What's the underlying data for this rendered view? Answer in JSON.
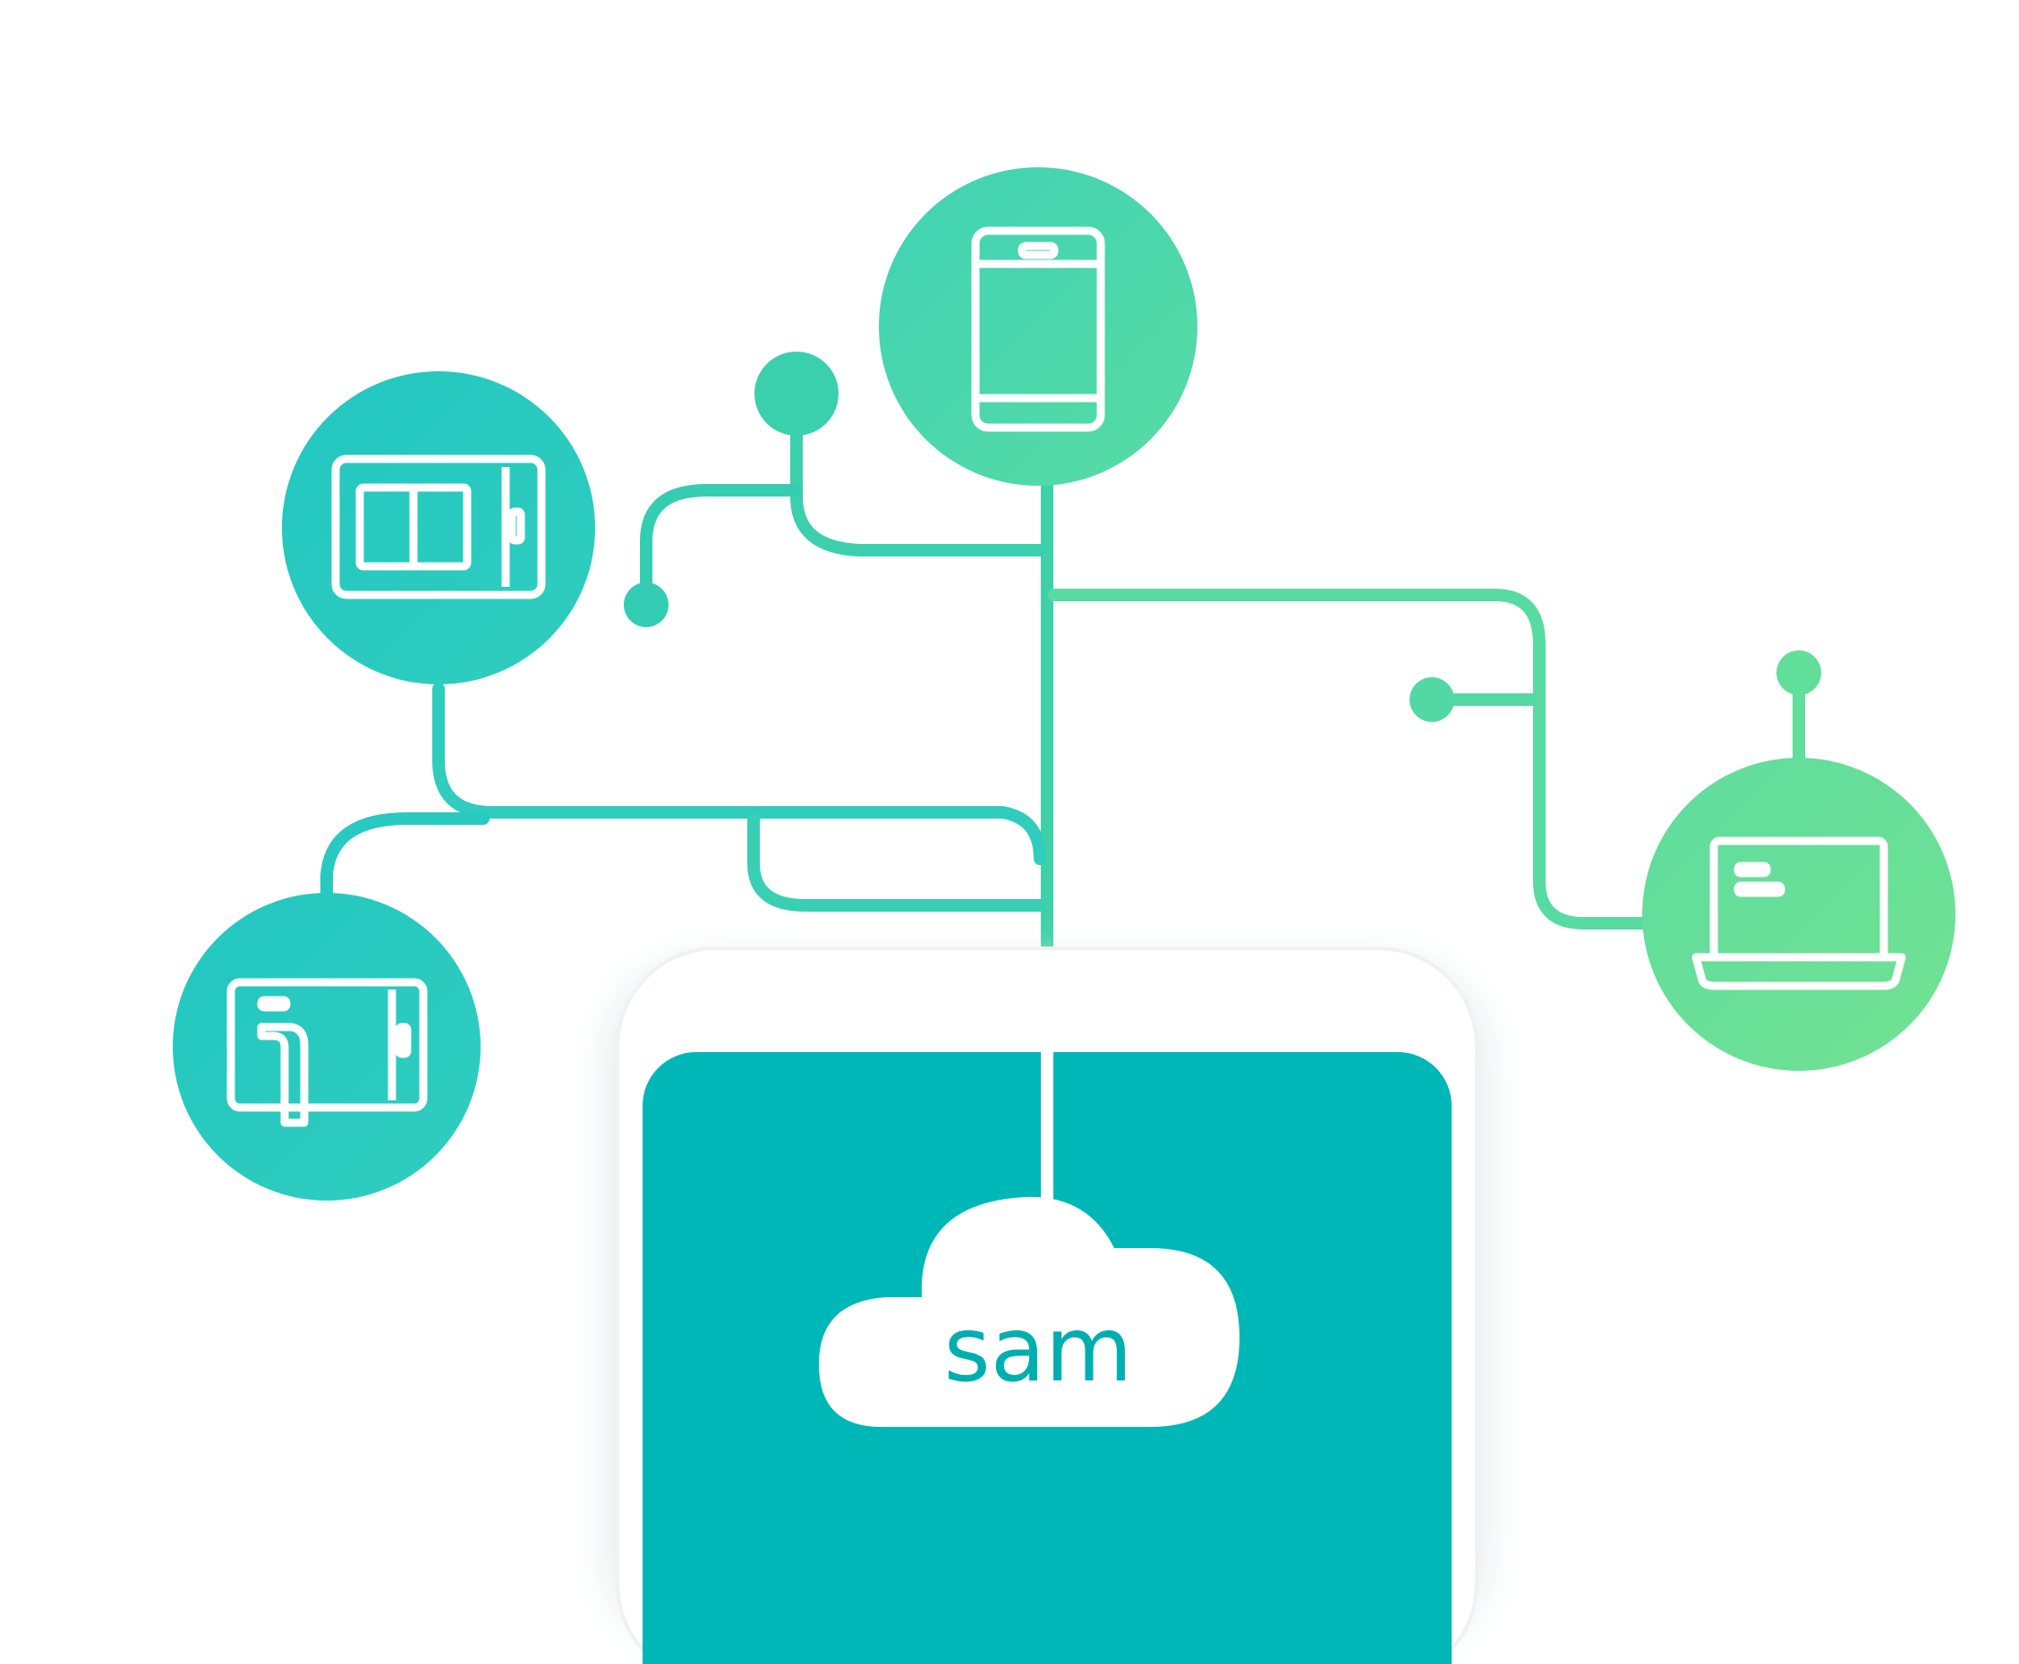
{
  "brand": {
    "name": "sam"
  },
  "colors": {
    "teal": "#00B7B8",
    "teal_light": "#25C8C0",
    "mint": "#4FD8A8",
    "green": "#6BE098",
    "line": "#3FD0A4",
    "white": "#FFFFFF"
  },
  "nodes": [
    {
      "id": "pos-terminal",
      "icon": "pos-terminal-icon",
      "color_key": "teal_light"
    },
    {
      "id": "smartphone",
      "icon": "smartphone-icon",
      "color_key": "mint"
    },
    {
      "id": "tablet-stylus",
      "icon": "tablet-stylus-icon",
      "color_key": "teal_light"
    },
    {
      "id": "laptop",
      "icon": "laptop-icon",
      "color_key": "green"
    }
  ],
  "center": {
    "icon": "cloud-icon",
    "device": "phone"
  }
}
